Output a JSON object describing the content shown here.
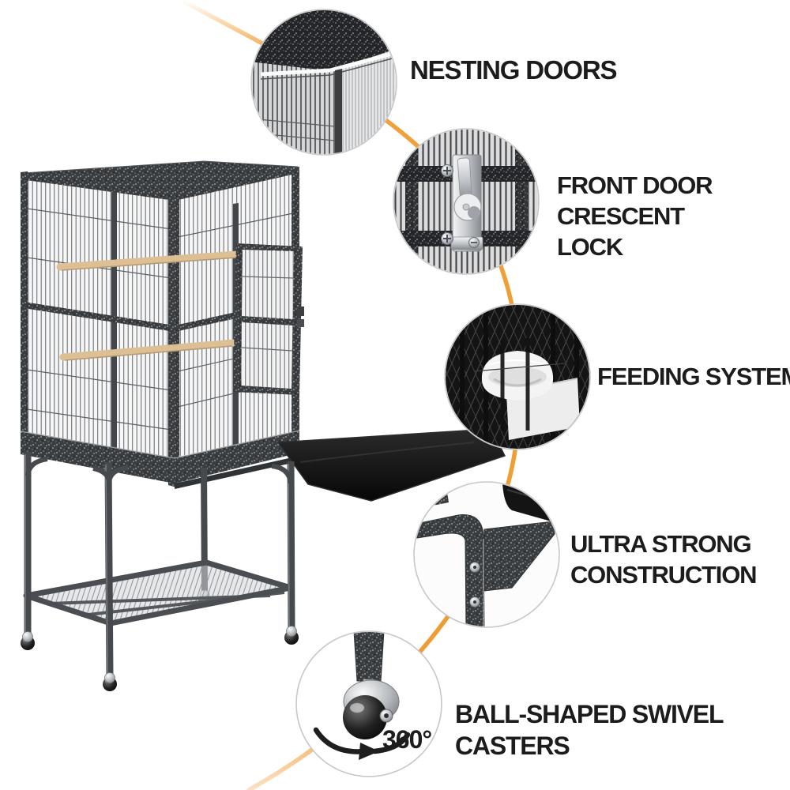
{
  "callouts": [
    {
      "id": "nesting-doors",
      "label": "NESTING DOORS"
    },
    {
      "id": "front-door-crescent-lock",
      "label": "FRONT DOOR CRESCENT LOCK"
    },
    {
      "id": "feeding-system",
      "label": "FEEDING SYSTEM"
    },
    {
      "id": "ultra-strong-construction",
      "label": "ULTRA STRONG CONSTRUCTION"
    },
    {
      "id": "ball-shaped-swivel-casters",
      "label": "BALL-SHAPED SWIVEL CASTERS",
      "badge": "360°"
    }
  ],
  "colors": {
    "accent_orange": "#F1A13B",
    "text": "#1c1c1c",
    "frame_dark": "#3b3e41",
    "wood_perch": "#d9bc90",
    "tray_black": "#0e0e0e",
    "circle_rim": "#c7c7c7"
  }
}
